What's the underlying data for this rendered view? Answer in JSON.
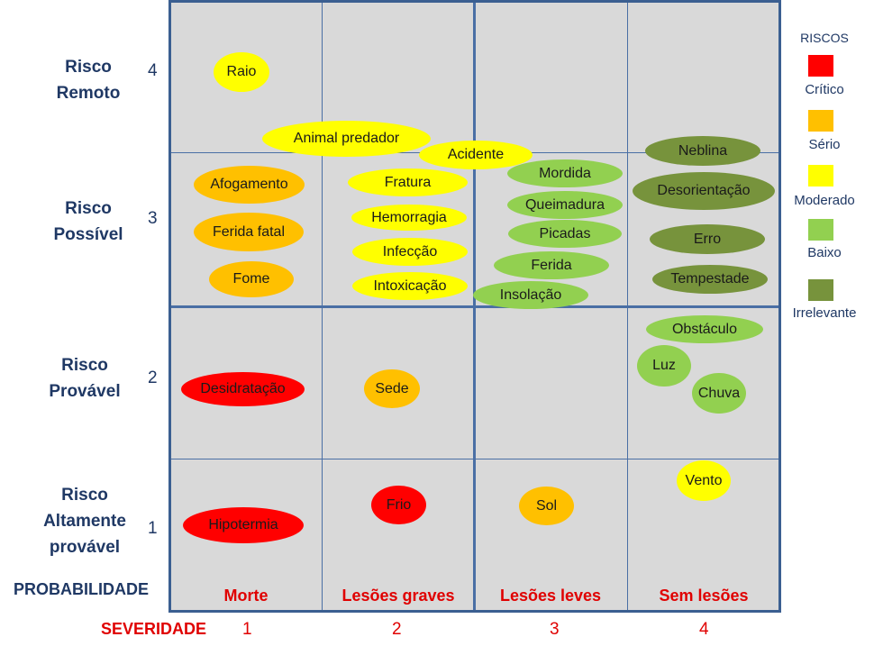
{
  "axes": {
    "probability_label": "PROBABILIDADE",
    "severity_label": "SEVERIDADE",
    "rows": [
      {
        "label_line1": "Risco",
        "label_line2": "Remoto",
        "label_line3": "",
        "num": "4"
      },
      {
        "label_line1": "Risco",
        "label_line2": "Possível",
        "label_line3": "",
        "num": "3"
      },
      {
        "label_line1": "Risco",
        "label_line2": "Provável",
        "label_line3": "",
        "num": "2"
      },
      {
        "label_line1": "Risco",
        "label_line2": "Altamente",
        "label_line3": "provável",
        "num": "1"
      }
    ],
    "columns": [
      {
        "label": "Morte",
        "num": "1"
      },
      {
        "label": "Lesões graves",
        "num": "2"
      },
      {
        "label": "Lesões leves",
        "num": "3"
      },
      {
        "label": "Sem lesões",
        "num": "4"
      }
    ]
  },
  "legend": {
    "title": "RISCOS",
    "items": [
      {
        "label": "Crítico",
        "color": "#ff0000"
      },
      {
        "label": "Sério",
        "color": "#ffc000"
      },
      {
        "label": "Moderado",
        "color": "#ffff00"
      },
      {
        "label": "Baixo",
        "color": "#92d050"
      },
      {
        "label": "Irrelevante",
        "color": "#77933c"
      }
    ]
  },
  "risks": [
    {
      "name": "Raio",
      "level": "Moderado",
      "color": "#ffff00"
    },
    {
      "name": "Animal predador",
      "level": "Moderado",
      "color": "#ffff00"
    },
    {
      "name": "Acidente",
      "level": "Moderado",
      "color": "#ffff00"
    },
    {
      "name": "Neblina",
      "level": "Irrelevante",
      "color": "#77933c"
    },
    {
      "name": "Afogamento",
      "level": "Sério",
      "color": "#ffc000"
    },
    {
      "name": "Ferida fatal",
      "level": "Sério",
      "color": "#ffc000"
    },
    {
      "name": "Fome",
      "level": "Sério",
      "color": "#ffc000"
    },
    {
      "name": "Fratura",
      "level": "Moderado",
      "color": "#ffff00"
    },
    {
      "name": "Hemorragia",
      "level": "Moderado",
      "color": "#ffff00"
    },
    {
      "name": "Infecção",
      "level": "Moderado",
      "color": "#ffff00"
    },
    {
      "name": "Intoxicação",
      "level": "Moderado",
      "color": "#ffff00"
    },
    {
      "name": "Mordida",
      "level": "Baixo",
      "color": "#92d050"
    },
    {
      "name": "Queimadura",
      "level": "Baixo",
      "color": "#92d050"
    },
    {
      "name": "Picadas",
      "level": "Baixo",
      "color": "#92d050"
    },
    {
      "name": "Ferida",
      "level": "Baixo",
      "color": "#92d050"
    },
    {
      "name": "Insolação",
      "level": "Baixo",
      "color": "#92d050"
    },
    {
      "name": "Desorientação",
      "level": "Irrelevante",
      "color": "#77933c"
    },
    {
      "name": "Erro",
      "level": "Irrelevante",
      "color": "#77933c"
    },
    {
      "name": "Tempestade",
      "level": "Irrelevante",
      "color": "#77933c"
    },
    {
      "name": "Obstáculo",
      "level": "Baixo",
      "color": "#92d050"
    },
    {
      "name": "Luz",
      "level": "Baixo",
      "color": "#92d050"
    },
    {
      "name": "Chuva",
      "level": "Baixo",
      "color": "#92d050"
    },
    {
      "name": "Desidratação",
      "level": "Crítico",
      "color": "#ff0000"
    },
    {
      "name": "Sede",
      "level": "Sério",
      "color": "#ffc000"
    },
    {
      "name": "Vento",
      "level": "Moderado",
      "color": "#ffff00"
    },
    {
      "name": "Frio",
      "level": "Crítico",
      "color": "#ff0000"
    },
    {
      "name": "Sol",
      "level": "Sério",
      "color": "#ffc000"
    },
    {
      "name": "Hipotermia",
      "level": "Crítico",
      "color": "#ff0000"
    }
  ]
}
